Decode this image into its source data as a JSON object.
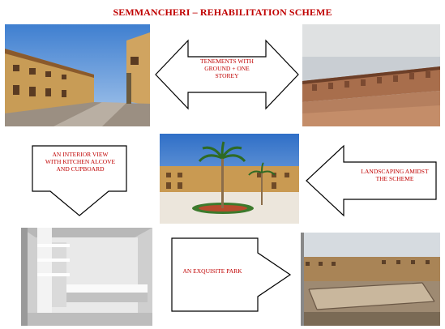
{
  "title": "SEMMANCHERI – REHABILITATION SCHEME",
  "arrows": {
    "tenements": "TENEMENTS WITH GROUND + ONE STOREY",
    "interior": "AN INTERIOR VIEW WITH KITCHEN ALCOVE AND CUPBOARD",
    "landscaping": "LANDSCAPING AMIDST THE SCHEME",
    "park": "AN EXQUISITE PARK"
  },
  "colors": {
    "title": "#c00000",
    "label": "#c00000",
    "arrow_stroke": "#000000",
    "arrow_fill": "#ffffff"
  }
}
